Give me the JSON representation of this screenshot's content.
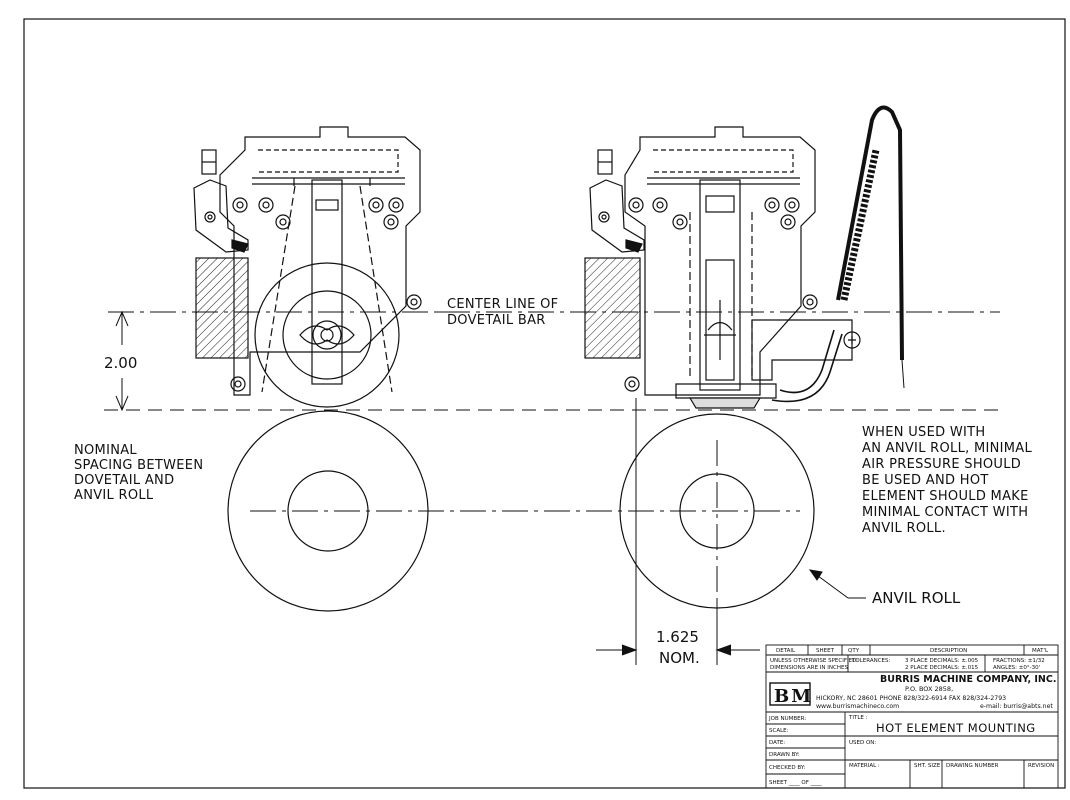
{
  "labels": {
    "center_line": [
      "CENTER LINE OF",
      "DOVETAIL BAR"
    ],
    "dim_height": "2.00",
    "nominal_spacing": [
      "NOMINAL",
      "SPACING BETWEEN",
      "DOVETAIL AND",
      "ANVIL ROLL"
    ],
    "note": [
      "WHEN USED WITH",
      "AN ANVIL ROLL, MINIMAL",
      "AIR PRESSURE SHOULD",
      "BE USED AND HOT",
      "ELEMENT SHOULD MAKE",
      "MINIMAL CONTACT WITH",
      "ANVIL ROLL."
    ],
    "anvil_roll": "ANVIL ROLL",
    "dim_offset": [
      "1.625",
      "NOM."
    ]
  },
  "title_block": {
    "headers": {
      "detail": "DETAIL",
      "sheet": "SHEET",
      "qty": "QTY",
      "description": "DESCRIPTION",
      "matl": "MAT'L"
    },
    "unless": "UNLESS OTHERWISE SPECIFIED:",
    "dims_inches": "DIMENSIONS ARE IN INCHES",
    "tolerances_label": "TOLERANCES:",
    "tol_3place": "3 PLACE DECIMALS: ±.005",
    "tol_2place": "2 PLACE DECIMALS: ±.015",
    "fractions": "FRACTIONS: ±1/32",
    "angles": "ANGLES: ±0°-30'",
    "logo": "BM",
    "company": "BURRIS MACHINE COMPANY, INC.",
    "po_box": "P.O. BOX 2858,",
    "address": "HICKORY, NC 28601   PHONE 828/322-6914   FAX 828/324-2793",
    "web": "www.burrismachineco.com",
    "email": "e-mail: burris@abts.net",
    "fields": {
      "job_number": "JOB NUMBER:",
      "scale": "SCALE:",
      "date": "DATE:",
      "drawn_by": "DRAWN BY:",
      "checked_by": "CHECKED BY:",
      "sheet_of": "SHEET ____ OF ____",
      "title_label": "TITLE :",
      "title": "HOT ELEMENT MOUNTING",
      "used_on": "USED ON:",
      "material": "MATERIAL :",
      "sht_size": "SHT. SIZE",
      "drawing_number": "DRAWING NUMBER",
      "revision": "REVISION"
    }
  }
}
